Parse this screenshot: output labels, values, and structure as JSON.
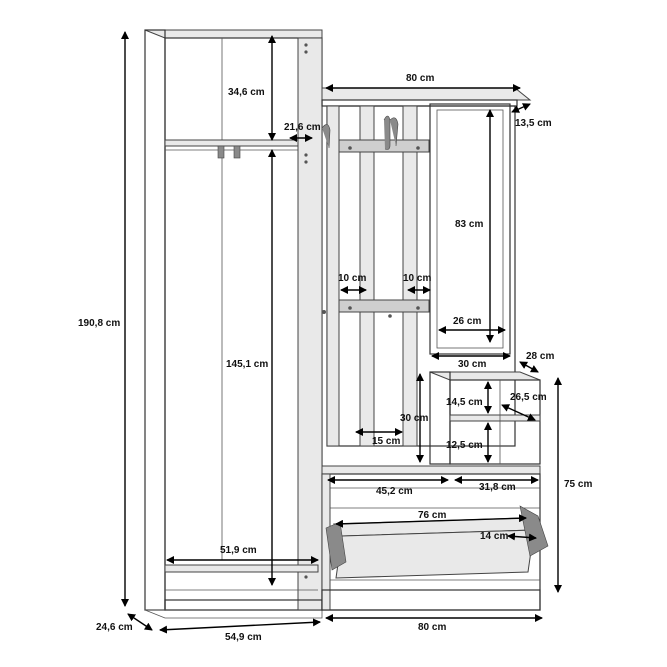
{
  "dimensions": {
    "total_height": "190,8 cm",
    "upper_shelf_height": "34,6 cm",
    "shelf_depth": "21,6 cm",
    "top_width": "80 cm",
    "hook_panel_depth": "13,5 cm",
    "mirror_height": "83 cm",
    "hook_spacing_left": "10 cm",
    "hook_spacing_right": "10 cm",
    "mirror_inner_width": "26 cm",
    "mirror_width": "30 cm",
    "cube_depth": "28 cm",
    "cube_shelf_height": "14,5 cm",
    "cube_inner_depth": "26,5 cm",
    "cube_height": "30 cm",
    "cube_lower_height": "12,5 cm",
    "wardrobe_lower_height": "145,1 cm",
    "hook_panel_gap": "15 cm",
    "bench_left_width": "45,2 cm",
    "cube_width": "31,8 cm",
    "bench_height": "75 cm",
    "shoe_flap_width": "76 cm",
    "shoe_compartment_depth": "14 cm",
    "wardrobe_inner_width": "51,9 cm",
    "wardrobe_depth": "24,6 cm",
    "wardrobe_width": "54,9 cm",
    "bench_width": "80 cm"
  }
}
